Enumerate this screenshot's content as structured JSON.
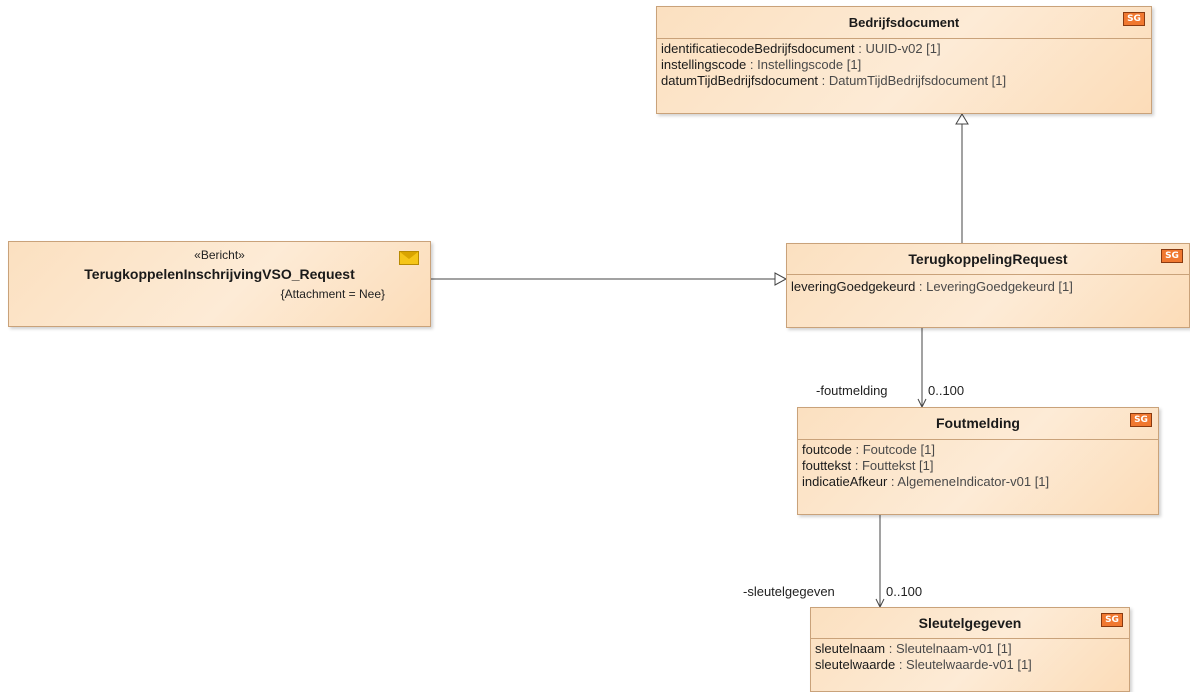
{
  "classes": {
    "bedrijfsdocument": {
      "name": "Bedrijfsdocument",
      "badge": "SG",
      "attributes": [
        {
          "name": "identificatiecodeBedrijfsdocument",
          "type": " : UUID-v02 [1]"
        },
        {
          "name": "instellingscode",
          "type": " : Instellingscode [1]"
        },
        {
          "name": "datumTijdBedrijfsdocument",
          "type": " : DatumTijdBedrijfsdocument [1]"
        }
      ]
    },
    "terugkoppeling_request": {
      "name": "TerugkoppelingRequest",
      "badge": "SG",
      "attributes": [
        {
          "name": "leveringGoedgekeurd",
          "type": " : LeveringGoedgekeurd [1]"
        }
      ]
    },
    "bericht": {
      "stereotype": "«Bericht»",
      "name": "TerugkoppelenInschrijvingVSO_Request",
      "tagged_value": "{Attachment = Nee}",
      "icon": "envelope-icon"
    },
    "foutmelding": {
      "name": "Foutmelding",
      "badge": "SG",
      "attributes": [
        {
          "name": "foutcode",
          "type": " : Foutcode [1]"
        },
        {
          "name": "fouttekst",
          "type": " : Fouttekst [1]"
        },
        {
          "name": "indicatieAfkeur",
          "type": " : AlgemeneIndicator-v01 [1]"
        }
      ]
    },
    "sleutelgegeven": {
      "name": "Sleutelgegeven",
      "badge": "SG",
      "attributes": [
        {
          "name": "sleutelnaam",
          "type": " : Sleutelnaam-v01 [1]"
        },
        {
          "name": "sleutelwaarde",
          "type": " : Sleutelwaarde-v01 [1]"
        }
      ]
    }
  },
  "associations": {
    "foutmelding_role": "-foutmelding",
    "foutmelding_mult": "0..100",
    "sleutelgegeven_role": "-sleutelgegeven",
    "sleutelgegeven_mult": "0..100"
  },
  "colors": {
    "box_border": "#c9a27a",
    "box_fill": "#fde6cc",
    "badge": "#f07830",
    "line": "#444444"
  }
}
